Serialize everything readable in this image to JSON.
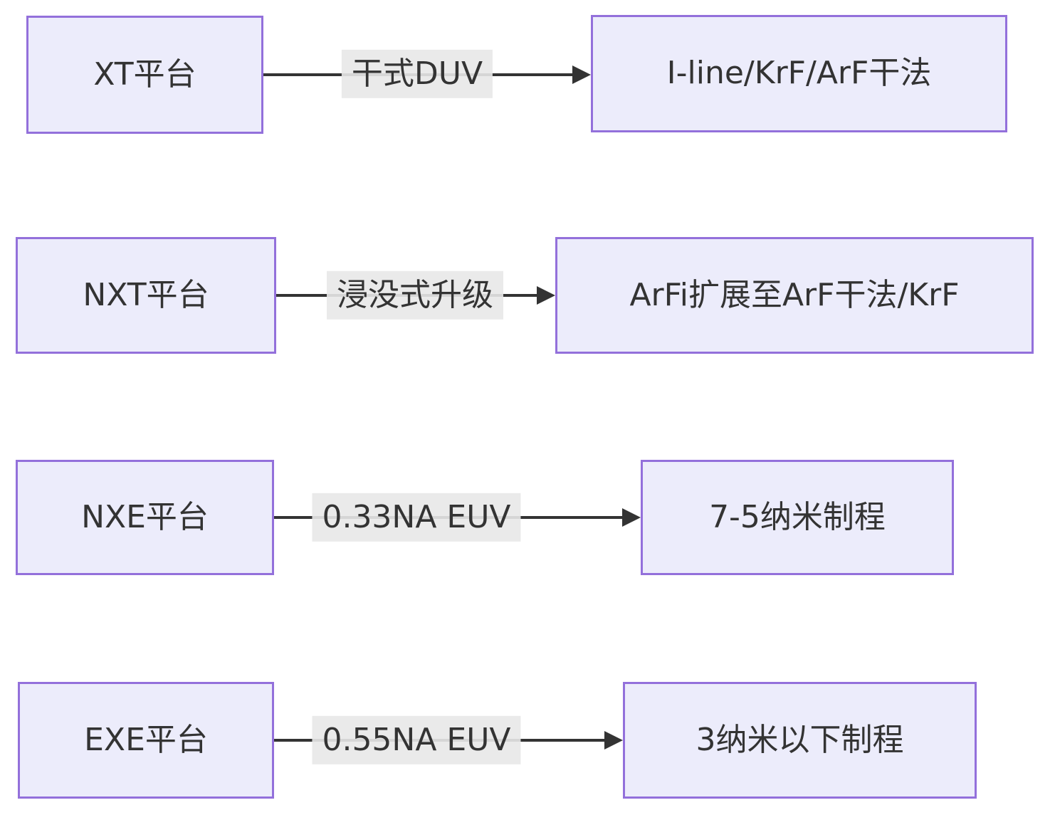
{
  "diagram": {
    "type": "flowchart",
    "colors": {
      "node_fill": "#ECECFB",
      "node_border": "#9370DB",
      "edge_color": "#333333",
      "edge_label_bg": "#E8E8E8",
      "text_color": "#333333",
      "background": "#FFFFFF"
    },
    "rows": [
      {
        "source": "XT平台",
        "edge_label": "干式DUV",
        "target": "I-line/KrF/ArF干法"
      },
      {
        "source": "NXT平台",
        "edge_label": "浸没式升级",
        "target": "ArFi扩展至ArF干法/KrF"
      },
      {
        "source": "NXE平台",
        "edge_label": "0.33NA EUV",
        "target": "7-5纳米制程"
      },
      {
        "source": "EXE平台",
        "edge_label": "0.55NA EUV",
        "target": "3纳米以下制程"
      }
    ]
  }
}
